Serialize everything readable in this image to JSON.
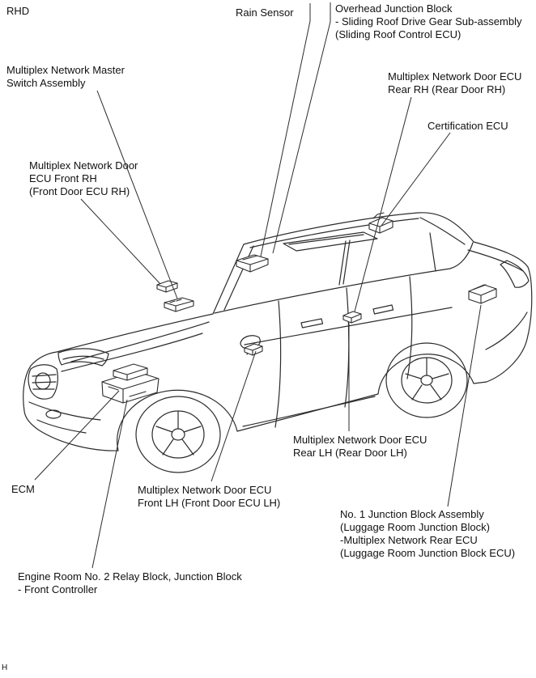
{
  "page": {
    "background": "#ffffff",
    "line_color": "#2b2b2b",
    "text_color": "#111111",
    "drive_label": "RHD",
    "footer_label": "H"
  },
  "callouts": [
    {
      "name": "rain-sensor",
      "lines": [
        "Rain Sensor"
      ]
    },
    {
      "name": "overhead-junction-block",
      "lines": [
        "Overhead Junction Block",
        "- Sliding Roof Drive Gear Sub-assembly",
        "(Sliding Roof Control ECU)"
      ]
    },
    {
      "name": "multiplex-master-switch",
      "lines": [
        "Multiplex Network Master",
        "Switch Assembly"
      ]
    },
    {
      "name": "door-ecu-rear-rh",
      "lines": [
        "Multiplex Network Door ECU",
        "Rear RH (Rear Door RH)"
      ]
    },
    {
      "name": "certification-ecu",
      "lines": [
        "Certification ECU"
      ]
    },
    {
      "name": "door-ecu-front-rh",
      "lines": [
        "Multiplex Network Door",
        "ECU Front RH",
        "(Front Door ECU RH)"
      ]
    },
    {
      "name": "ecm",
      "lines": [
        "ECM"
      ]
    },
    {
      "name": "door-ecu-rear-lh",
      "lines": [
        "Multiplex Network Door ECU",
        "Rear LH (Rear Door LH)"
      ]
    },
    {
      "name": "door-ecu-front-lh",
      "lines": [
        "Multiplex Network Door ECU",
        "Front LH (Front Door ECU LH)"
      ]
    },
    {
      "name": "no1-junction-block",
      "lines": [
        "No. 1 Junction Block Assembly",
        "(Luggage Room Junction Block)",
        "-Multiplex Network Rear ECU",
        "(Luggage Room Junction Block ECU)"
      ]
    },
    {
      "name": "engine-room-relay-block",
      "lines": [
        "Engine Room No. 2 Relay Block, Junction Block",
        "- Front Controller"
      ]
    }
  ]
}
